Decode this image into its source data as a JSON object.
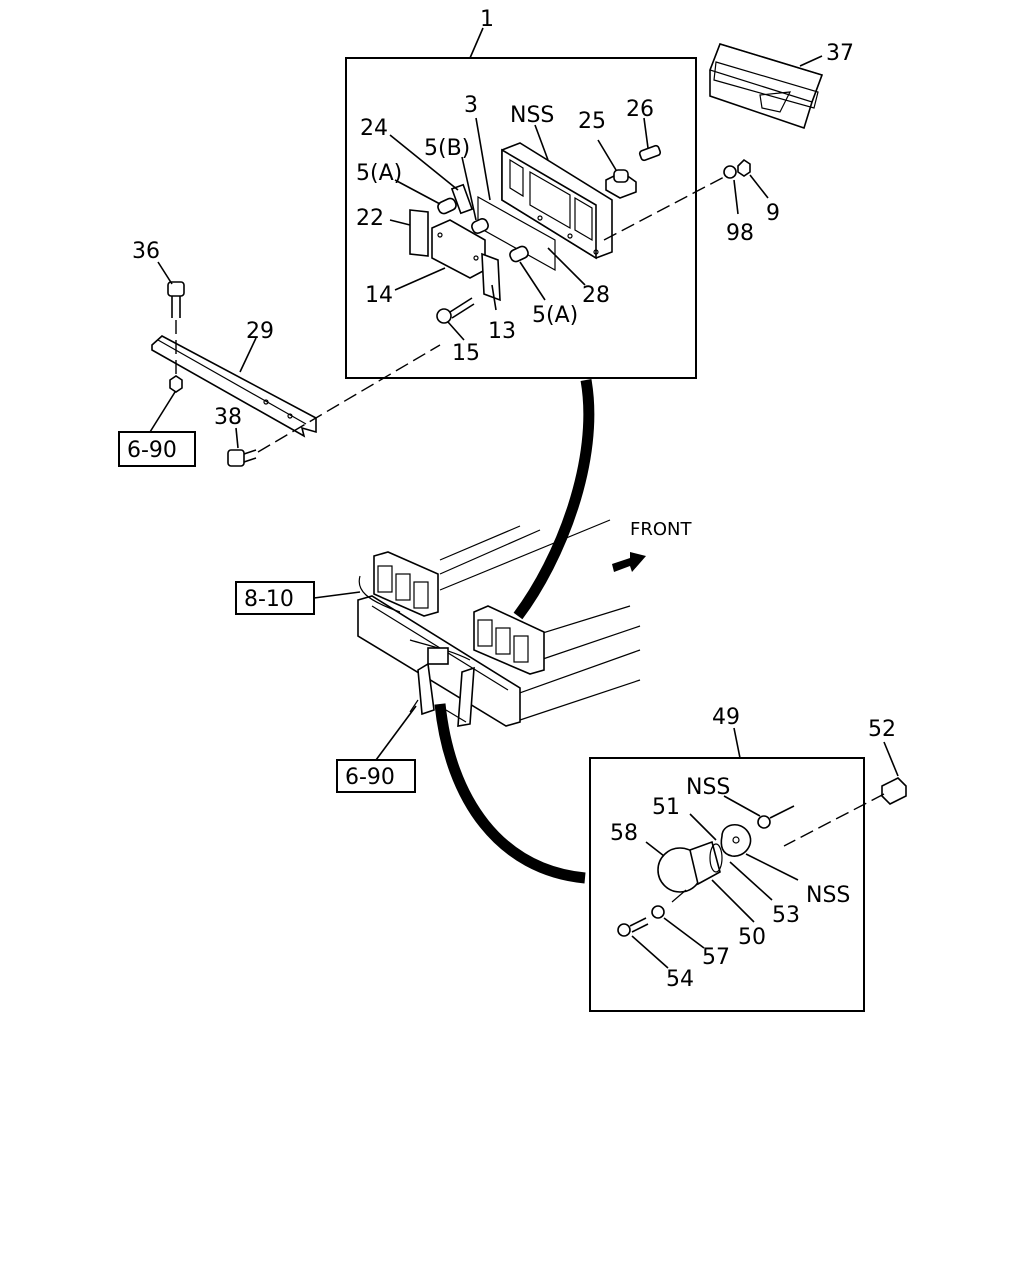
{
  "callouts": {
    "c1": "1",
    "c3": "3",
    "c5a_top": "5(A)",
    "c5b": "5(B)",
    "c24": "24",
    "nss_top": "NSS",
    "c25": "25",
    "c26": "26",
    "c22": "22",
    "c14": "14",
    "c15": "15",
    "c13": "13",
    "c5a_bot": "5(A)",
    "c28": "28",
    "c98": "98",
    "c9": "9",
    "c37": "37",
    "c36": "36",
    "c29": "29",
    "c38": "38",
    "c49": "49",
    "c52": "52",
    "nss_bulb": "NSS",
    "c51": "51",
    "c58": "58",
    "nss_socket": "NSS",
    "c53": "53",
    "c50": "50",
    "c57": "57",
    "c54": "54"
  },
  "references": {
    "ref_690_left": "6-90",
    "ref_810": "8-10",
    "ref_690_bottom": "6-90"
  },
  "front_label": "FRONT"
}
